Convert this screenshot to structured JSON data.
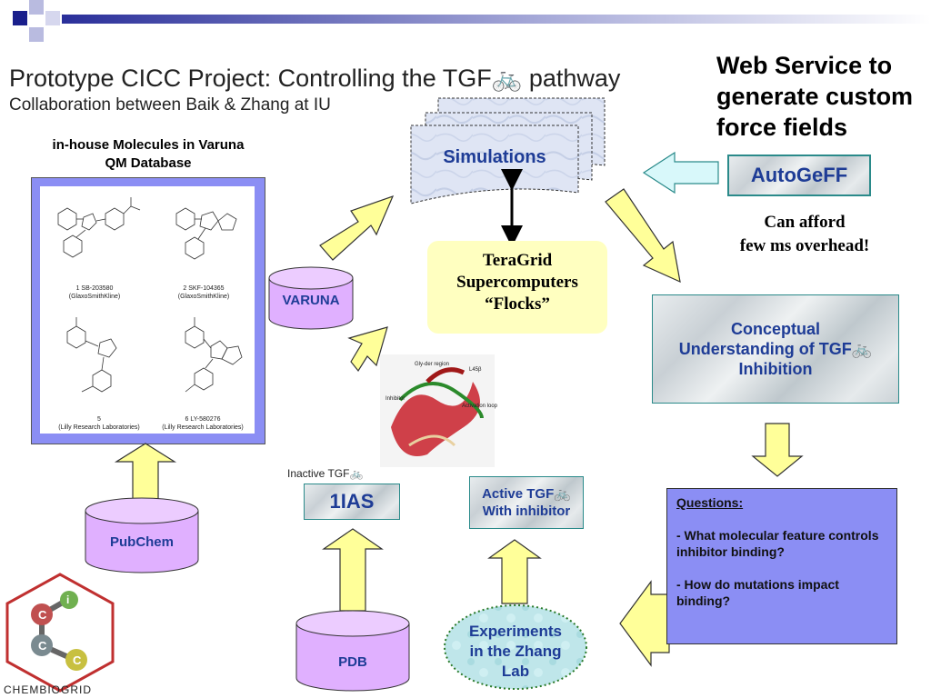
{
  "header": {
    "title": "Prototype CICC Project: Controlling the TGF🚲 pathway",
    "subtitle": "Collaboration between Baik & Zhang at IU"
  },
  "web_service": {
    "title_lines": [
      "Web Service to",
      "generate custom",
      "force fields"
    ]
  },
  "molecules": {
    "header_lines": [
      "in-house Molecules in Varuna",
      "QM Database"
    ],
    "items": [
      {
        "number": "1  SB-203580",
        "source": "(GlaxoSmithKline)"
      },
      {
        "number": "2  SKF-104365",
        "source": "(GlaxoSmithKline)"
      },
      {
        "number": "5",
        "source": "(Lilly Research Laboratories)"
      },
      {
        "number": "6  LY-580276",
        "source": "(Lilly Research Laboratories)"
      }
    ]
  },
  "nodes": {
    "simulations": "Simulations",
    "teragrid_lines": [
      "TeraGrid",
      "Supercomputers",
      "“Flocks”"
    ],
    "autogeff": "AutoGeFF",
    "afford_lines": [
      "Can afford",
      "few ms overhead!"
    ],
    "conceptual_lines": [
      "Conceptual",
      "Understanding of TGF🚲",
      "Inhibition"
    ],
    "varuna": "VARUNA",
    "pubchem": "PubChem",
    "pdb": "PDB",
    "ias": "1IAS",
    "inactive_label": "Inactive TGF🚲",
    "active_lines": [
      "Active TGF🚲",
      "With inhibitor"
    ],
    "experiments_lines": [
      "Experiments",
      "in the Zhang",
      "Lab"
    ]
  },
  "protein_labels": {
    "gly_rich": "Gly-der region",
    "l45": "L45β",
    "inhibitor": "Inhibitor",
    "activation_loop": "Activation loop"
  },
  "questions": {
    "heading": "Questions:",
    "items": [
      "- What molecular feature controls inhibitor binding?",
      "- How do mutations impact binding?"
    ]
  },
  "logo": {
    "label": "CHEMBIOGRID",
    "letters": [
      "C",
      "i",
      "C",
      "C"
    ]
  },
  "colors": {
    "blue_text": "#1e3c96",
    "arrow_fill": "#ffff99",
    "panel_blue": "#8b8ef4",
    "cylinder_violet": "#e0b0ff",
    "teragrid_fill": "#ffffc0"
  }
}
